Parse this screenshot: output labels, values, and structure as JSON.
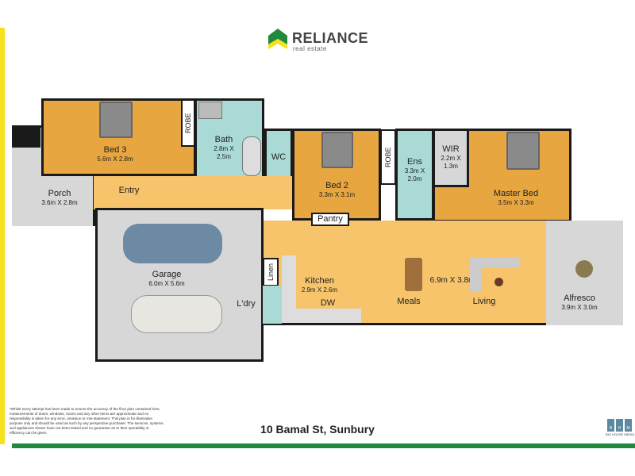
{
  "brand": {
    "name": "RELIANCE",
    "tagline": "real estate",
    "colors": {
      "green": "#1f8a3c",
      "yellow": "#f5e11c"
    }
  },
  "address": "10 Bamal St, Sunbury",
  "disclaimer": "*Whilst every attempt has been made to ensure the accuracy of the floor plan contained here, measurements of doors, windows, rooms and any other items are approximate and no responsibility is taken for any error, omission or mis-statement. This plan is for illustrative purpose only and should be used as such by any perspective purchaser. The services, systems and appliances shown have not been tested and no guarantee as to their operability or efficiency can be given.",
  "media_logo": {
    "letters": [
      "B",
      "H",
      "M"
    ],
    "text": "BIG HOUSE MEDIA"
  },
  "rooms": {
    "bed3": {
      "name": "Bed 3",
      "size": "5.6m X 2.8m"
    },
    "bath": {
      "name": "Bath",
      "size": "2.8m X 2.5m"
    },
    "wc": {
      "name": "WC"
    },
    "robe": "ROBE",
    "porch": {
      "name": "Porch",
      "size": "3.6m X 2.8m"
    },
    "entry": {
      "name": "Entry"
    },
    "bed2": {
      "name": "Bed 2",
      "size": "3.3m X 3.1m"
    },
    "ens": {
      "name": "Ens",
      "size": "3.3m X 2.0m"
    },
    "wir": {
      "name": "WIR",
      "size": "2.2m X 1.3m"
    },
    "master": {
      "name": "Master Bed",
      "size": "3.5m X 3.3m"
    },
    "pantry": {
      "name": "Pantry"
    },
    "garage": {
      "name": "Garage",
      "size": "6.0m X 5.6m"
    },
    "linen": {
      "name": "Linen"
    },
    "laundry": {
      "name": "L'dry"
    },
    "kitchen": {
      "name": "Kitchen",
      "size": "2.9m X 2.6m"
    },
    "dw": {
      "name": "DW"
    },
    "living_size": "6.9m X 3.8m",
    "meals": {
      "name": "Meals"
    },
    "living": {
      "name": "Living"
    },
    "alfresco": {
      "name": "Alfresco",
      "size": "3.9m X 3.0m"
    }
  }
}
